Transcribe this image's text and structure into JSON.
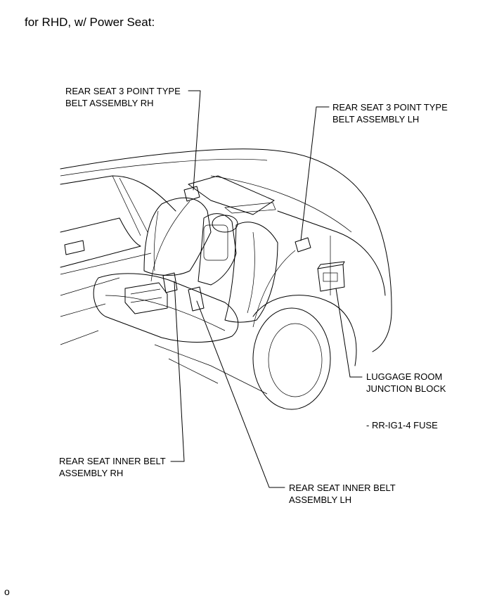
{
  "header": {
    "title": "for RHD, w/ Power Seat:"
  },
  "labels": {
    "rs3_rh": "REAR SEAT 3 POINT TYPE\nBELT ASSEMBLY RH",
    "rs3_lh": "REAR SEAT 3 POINT TYPE\nBELT ASSEMBLY LH",
    "junction": "LUGGAGE ROOM\nJUNCTION BLOCK",
    "fuse": "- RR-IG1-4 FUSE",
    "inner_rh": "REAR SEAT INNER BELT\nASSEMBLY RH",
    "inner_lh": "REAR SEAT INNER BELT\nASSEMBLY LH"
  },
  "footer": {
    "corner_mark": "o"
  }
}
